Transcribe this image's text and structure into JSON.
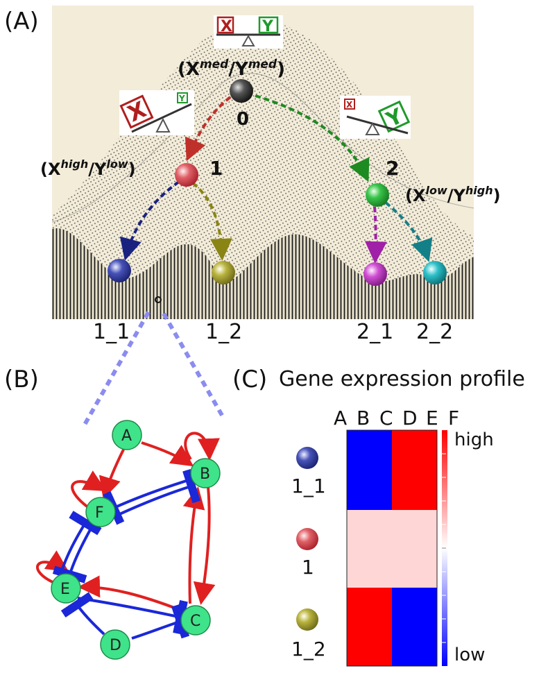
{
  "panels": {
    "a": "(A)",
    "b": "(B)",
    "c": "(C)"
  },
  "landscape": {
    "state0": {
      "pre": "(X",
      "sup1": "med",
      "mid": "/Y",
      "sup2": "med",
      "post": ")",
      "number": "0"
    },
    "state1": {
      "pre": "(X",
      "sup1": "high",
      "mid": "/Y",
      "sup2": "low",
      "post": ")",
      "number": "1"
    },
    "state2": {
      "pre": "(X",
      "sup1": "low",
      "mid": "/Y",
      "sup2": "high",
      "post": ")",
      "number": "2"
    },
    "leaves": [
      "1_1",
      "1_2",
      "2_1",
      "2_2"
    ],
    "balance_letters": {
      "x": "X",
      "y": "Y"
    },
    "colors": {
      "state0": "#3a3a3a",
      "state1": "#d9434a",
      "state2": "#2fae3c",
      "leaf_1_1": "#2f3a9a",
      "leaf_1_2": "#a9a332",
      "leaf_2_1": "#c23fc6",
      "leaf_2_2": "#1fb0b8",
      "x_box": "#b01e1e",
      "y_box": "#1f9a2a"
    }
  },
  "network": {
    "nodes": [
      "A",
      "B",
      "C",
      "D",
      "E",
      "F"
    ],
    "node_color": "#3fe38a",
    "activation_color": "#e02020",
    "inhibition_color": "#1a28d8"
  },
  "heatmap": {
    "title": "Gene expression profile",
    "columns": [
      "A",
      "B",
      "C",
      "D",
      "E",
      "F"
    ],
    "rows": [
      "1_1",
      "1",
      "1_2"
    ],
    "colorbar_high": "high",
    "colorbar_low": "low",
    "colors": {
      "high": "#ff0000",
      "mid": "#ffd6d6",
      "low": "#0000ff"
    }
  }
}
